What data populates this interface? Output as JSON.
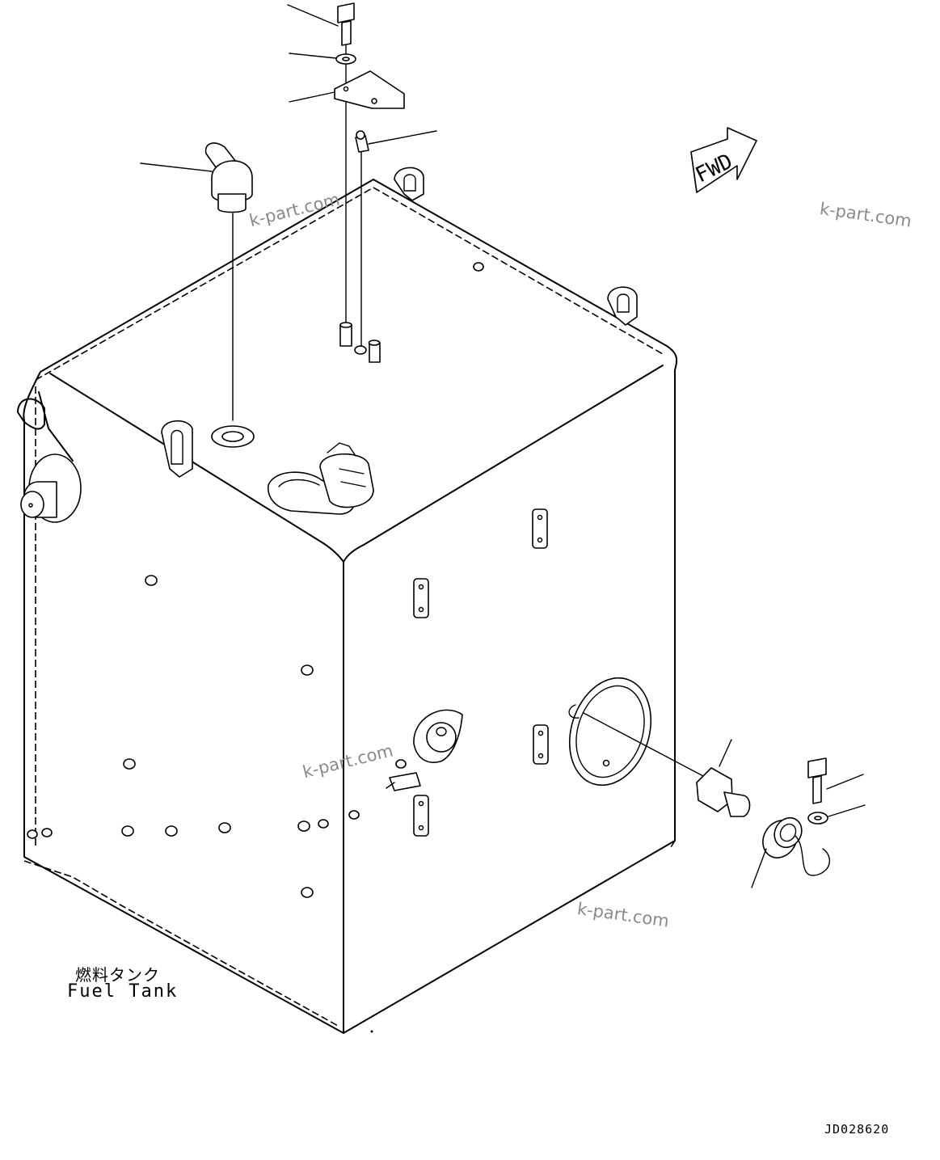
{
  "caption": {
    "japanese": "燃料タンク",
    "english": "Fuel Tank"
  },
  "direction_marker": {
    "label": "FWD"
  },
  "watermarks": [
    "k-part.com",
    "k-part.com",
    "k-part.com",
    "k-part.com"
  ],
  "drawing_code": "JD028620",
  "colors": {
    "line": "#000000",
    "watermark": "#8a8a8a",
    "background": "#ffffff"
  }
}
